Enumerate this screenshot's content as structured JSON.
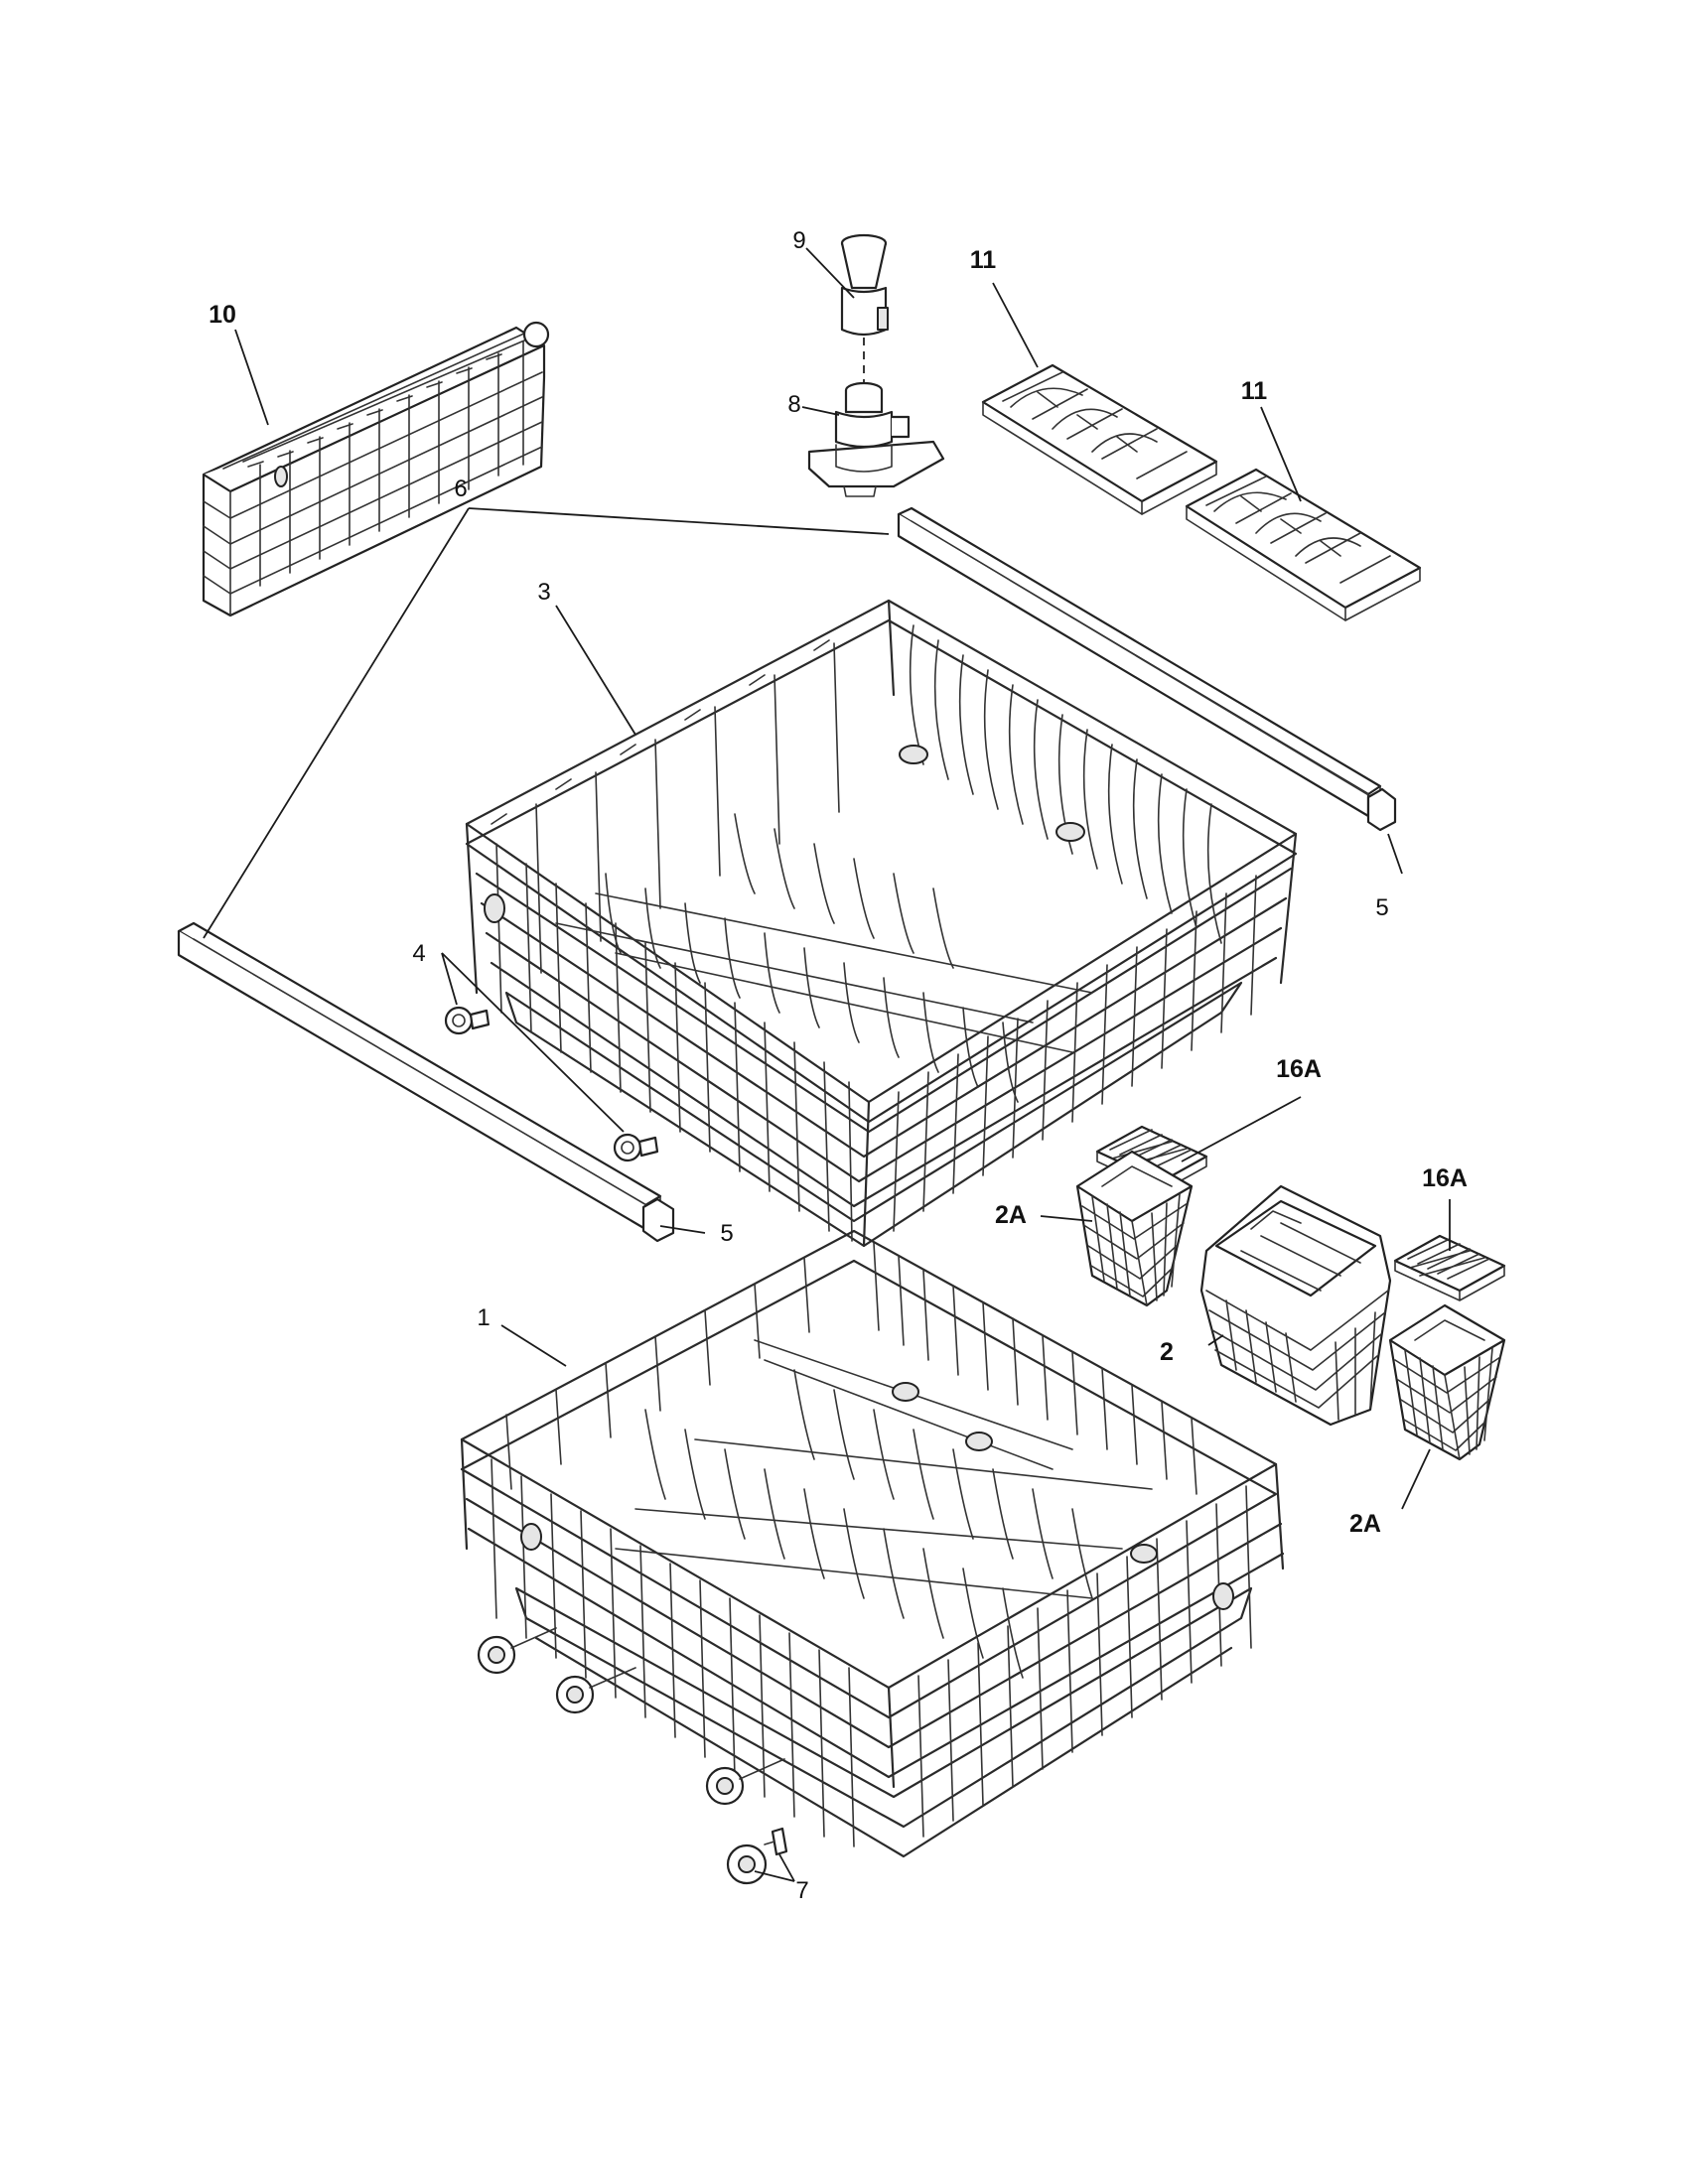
{
  "callouts": {
    "c1": "1",
    "c2": "2",
    "c2a_left": "2A",
    "c2a_right": "2A",
    "c3": "3",
    "c4": "4",
    "c5_right": "5",
    "c5_left": "5",
    "c6": "6",
    "c7": "7",
    "c8": "8",
    "c9": "9",
    "c10": "10",
    "c11_left": "11",
    "c11_right": "11",
    "c16a_left": "16A",
    "c16a_right": "16A"
  },
  "colors": {
    "line": "#222222",
    "background": "#ffffff",
    "fill_grey": "#e6e6e6"
  }
}
